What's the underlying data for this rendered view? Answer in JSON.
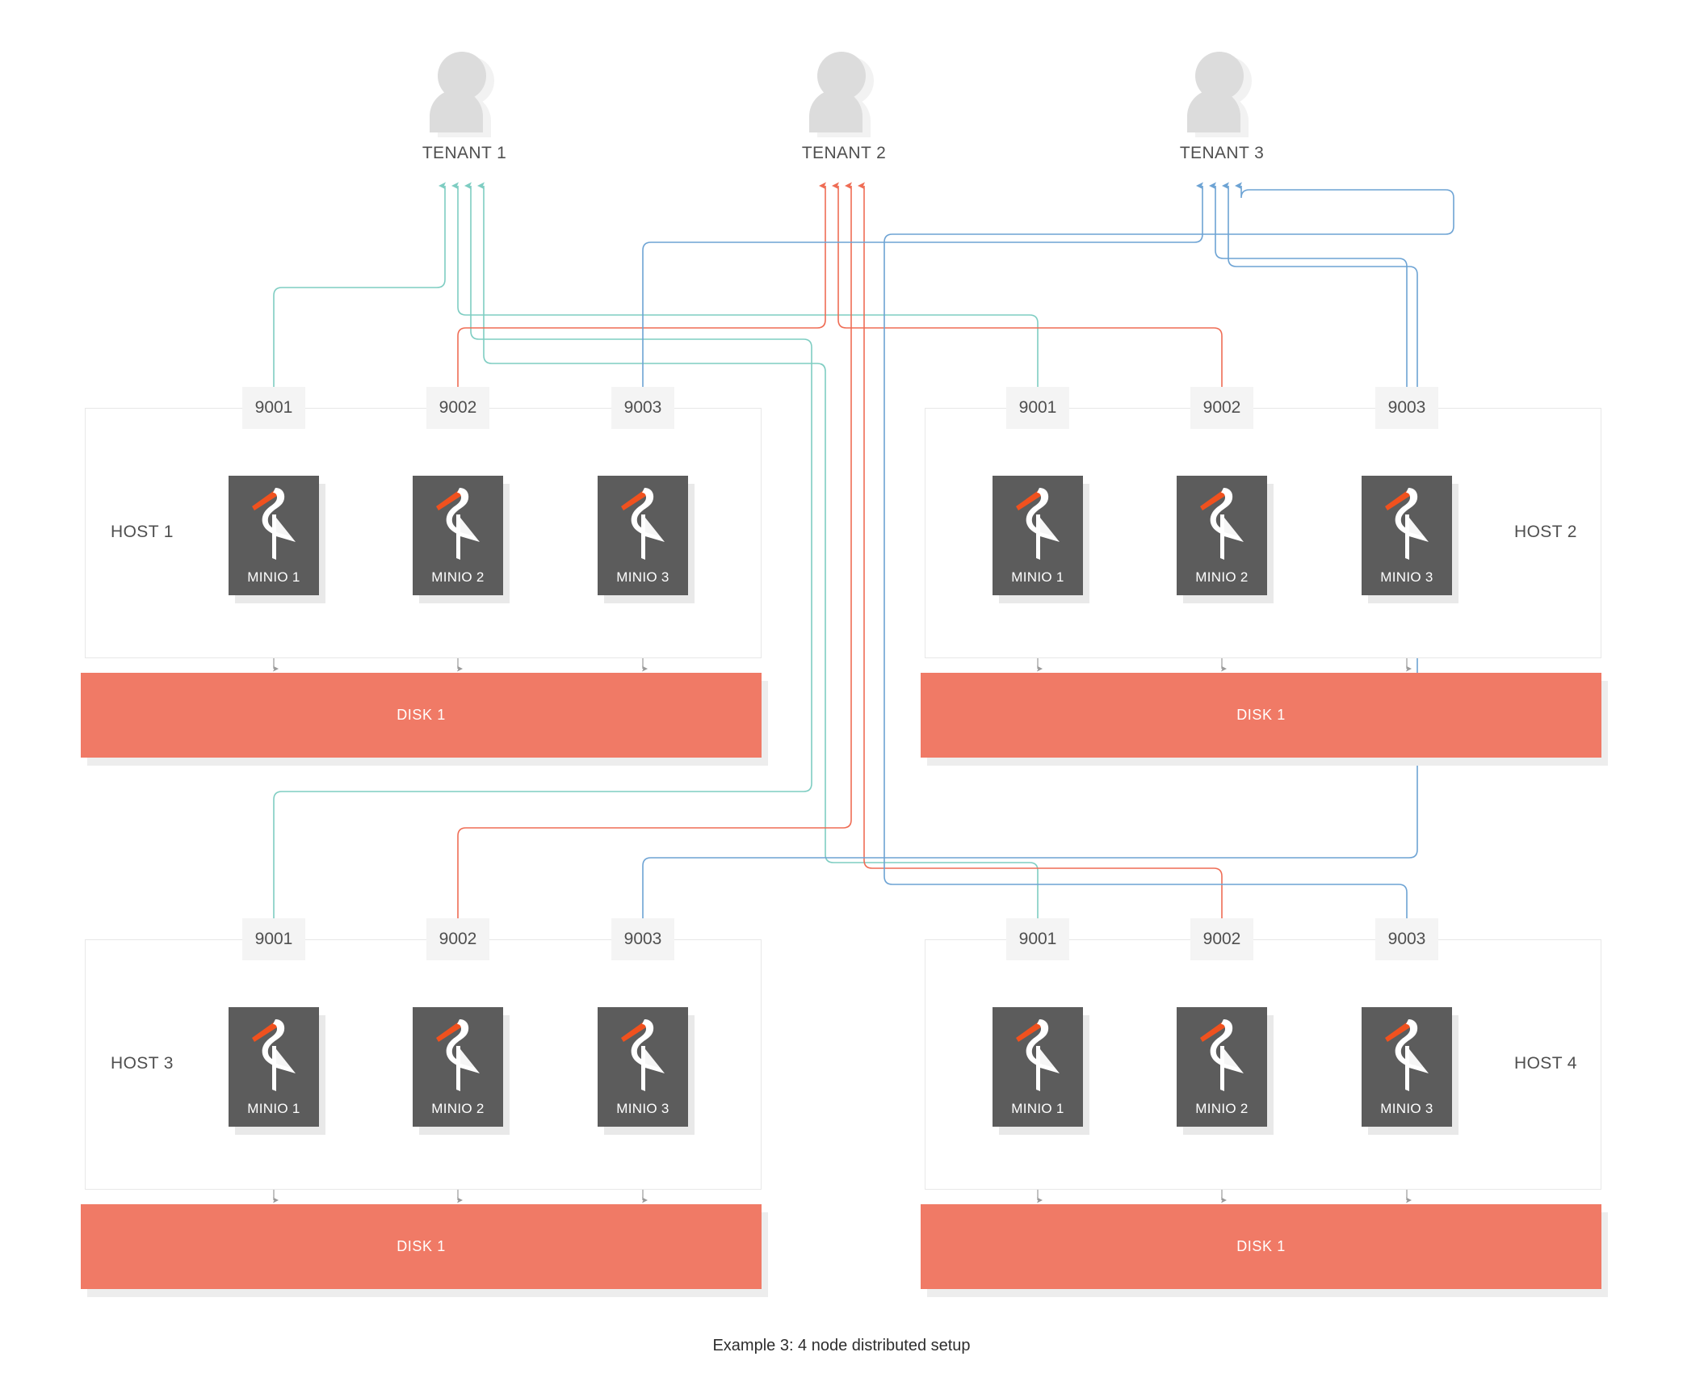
{
  "caption": "Example 3: 4 node distributed setup",
  "colors": {
    "tenant1": "#7ecdc2",
    "tenant2": "#ef6d55",
    "tenant3": "#6da3d4",
    "disk": "#F07A66",
    "node": "#5c5c5c",
    "port_chip": "#f4f4f4",
    "avatar": "#dcdcdc",
    "host_border": "#e8e8e8",
    "local_link": "#9a9a9a",
    "logo_beak": "#f0511e",
    "logo_body": "#ffffff"
  },
  "tenants": [
    {
      "label": "TENANT 1",
      "icon": "person-icon",
      "color_key": "tenant1",
      "port": "9001"
    },
    {
      "label": "TENANT 2",
      "icon": "person-icon",
      "color_key": "tenant2",
      "port": "9002"
    },
    {
      "label": "TENANT 3",
      "icon": "person-icon",
      "color_key": "tenant3",
      "port": "9003"
    }
  ],
  "hosts": [
    {
      "label": "HOST 1",
      "label_side": "left",
      "ports": [
        "9001",
        "9002",
        "9003"
      ],
      "nodes": [
        "MINIO 1",
        "MINIO 2",
        "MINIO 3"
      ],
      "disk": "DISK 1"
    },
    {
      "label": "HOST 2",
      "label_side": "right",
      "ports": [
        "9001",
        "9002",
        "9003"
      ],
      "nodes": [
        "MINIO 1",
        "MINIO 2",
        "MINIO 3"
      ],
      "disk": "DISK 1"
    },
    {
      "label": "HOST 3",
      "label_side": "left",
      "ports": [
        "9001",
        "9002",
        "9003"
      ],
      "nodes": [
        "MINIO 1",
        "MINIO 2",
        "MINIO 3"
      ],
      "disk": "DISK 1"
    },
    {
      "label": "HOST 4",
      "label_side": "right",
      "ports": [
        "9001",
        "9002",
        "9003"
      ],
      "nodes": [
        "MINIO 1",
        "MINIO 2",
        "MINIO 3"
      ],
      "disk": "DISK 1"
    }
  ]
}
